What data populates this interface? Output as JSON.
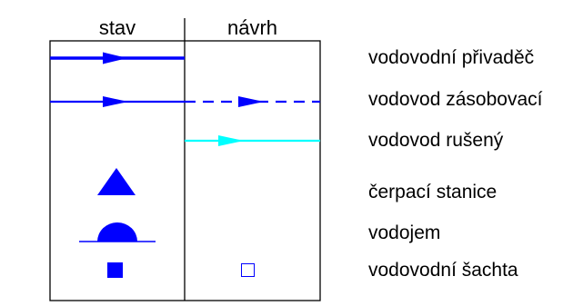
{
  "headers": {
    "existing": "stav",
    "proposed": "návrh"
  },
  "legend": [
    {
      "label": "vodovodní přivaděč",
      "symbol": "line-arrow",
      "status": "existing"
    },
    {
      "label": "vodovod zásobovací",
      "symbol": "line-arrow",
      "status": "existing-and-proposed-dashed"
    },
    {
      "label": "vodovod rušený",
      "symbol": "line-arrow",
      "status": "proposed"
    },
    {
      "label": "čerpací stanice",
      "symbol": "triangle",
      "status": "existing"
    },
    {
      "label": "vodojem",
      "symbol": "half-dome",
      "status": "existing"
    },
    {
      "label": "vodovodní šachta",
      "symbol": "square",
      "status": "existing-filled-proposed-outline"
    }
  ],
  "colors": {
    "water-blue": "#0000ff",
    "cancelled-cyan": "#00ffff",
    "frame": "#000000"
  }
}
